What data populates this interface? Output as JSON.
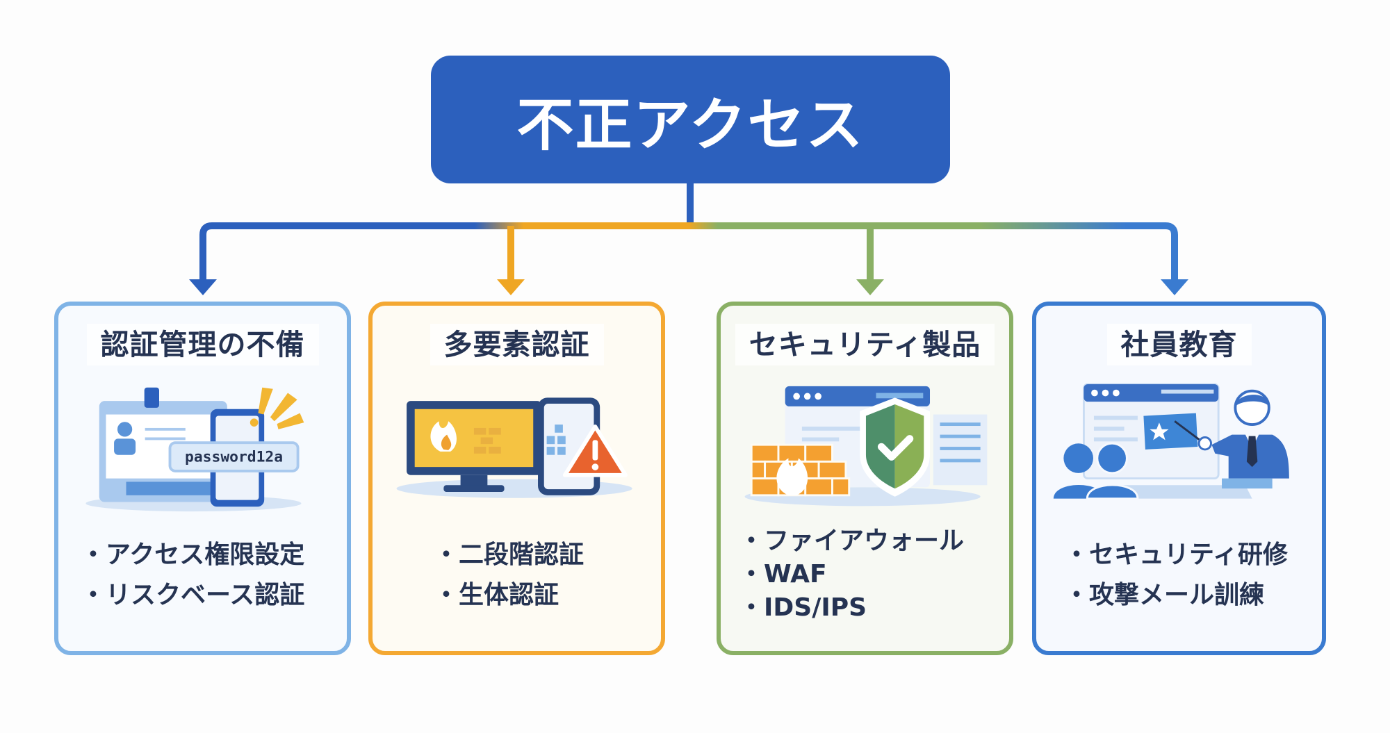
{
  "root": {
    "label": "不正アクセス"
  },
  "colors": {
    "root": "#2C60BD",
    "branches": [
      "#2C60BD",
      "#EFA623",
      "#8AB065",
      "#3A7BD0"
    ],
    "card_borders": [
      "#7FB3E6",
      "#F4A832",
      "#8AB065",
      "#3A7BD0"
    ],
    "text": "#253352"
  },
  "cards": [
    {
      "title": "認証管理の不備",
      "illustration": "id-card-password-icon",
      "illustration_text": "password12a",
      "items": [
        "アクセス権限設定",
        "リスクベース認証"
      ]
    },
    {
      "title": "多要素認証",
      "illustration": "monitor-phone-warning-icon",
      "items": [
        "二段階認証",
        "生体認証"
      ]
    },
    {
      "title": "セキュリティ製品",
      "illustration": "firewall-shield-icon",
      "items": [
        "ファイアウォール",
        "WAF",
        "IDS/IPS"
      ]
    },
    {
      "title": "社員教育",
      "illustration": "training-presentation-icon",
      "items": [
        "セキュリティ研修",
        "攻撃メール訓練"
      ]
    }
  ]
}
